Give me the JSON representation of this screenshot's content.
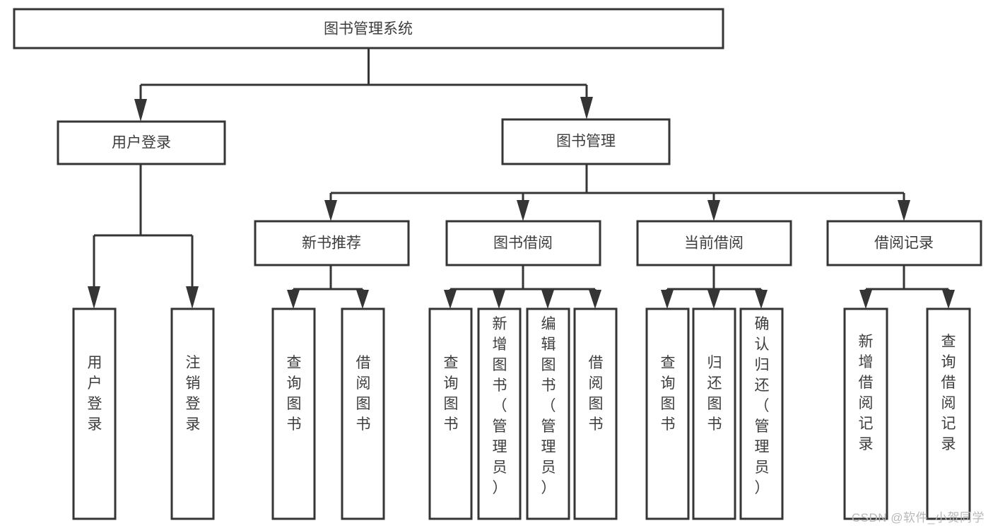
{
  "diagram": {
    "type": "tree",
    "title": "图书管理系统",
    "orientation": "top-down",
    "background_color": "#ffffff",
    "node_fill": "#ffffff",
    "node_stroke": "#353535",
    "text_color": "#3d3d3d",
    "watermark": "CSDN @软件_小贺同学",
    "levels": [
      {
        "level": 1,
        "nodes": [
          {
            "id": "root",
            "label": "图书管理系统",
            "text_orientation": "horizontal"
          }
        ]
      },
      {
        "level": 2,
        "nodes": [
          {
            "id": "login",
            "label": "用户登录",
            "parent": "root",
            "text_orientation": "horizontal"
          },
          {
            "id": "bookmgmt",
            "label": "图书管理",
            "parent": "root",
            "text_orientation": "horizontal"
          }
        ]
      },
      {
        "level": 3,
        "nodes": [
          {
            "id": "newbook",
            "label": "新书推荐",
            "parent": "bookmgmt",
            "text_orientation": "horizontal"
          },
          {
            "id": "borrow",
            "label": "图书借阅",
            "parent": "bookmgmt",
            "text_orientation": "horizontal"
          },
          {
            "id": "current",
            "label": "当前借阅",
            "parent": "bookmgmt",
            "text_orientation": "horizontal"
          },
          {
            "id": "records",
            "label": "借阅记录",
            "parent": "bookmgmt",
            "text_orientation": "horizontal"
          }
        ]
      },
      {
        "level": 4,
        "nodes": [
          {
            "id": "leaf-user-login",
            "label": "用户登录",
            "parent": "login",
            "text_orientation": "vertical"
          },
          {
            "id": "leaf-user-logout",
            "label": "注销登录",
            "parent": "login",
            "text_orientation": "vertical"
          },
          {
            "id": "leaf-newbook-query",
            "label": "查询图书",
            "parent": "newbook",
            "text_orientation": "vertical"
          },
          {
            "id": "leaf-newbook-borrow",
            "label": "借阅图书",
            "parent": "newbook",
            "text_orientation": "vertical"
          },
          {
            "id": "leaf-borrow-query",
            "label": "查询图书",
            "parent": "borrow",
            "text_orientation": "vertical"
          },
          {
            "id": "leaf-borrow-add",
            "label": "新增图书（管理员）",
            "parent": "borrow",
            "text_orientation": "vertical"
          },
          {
            "id": "leaf-borrow-edit",
            "label": "编辑图书（管理员）",
            "parent": "borrow",
            "text_orientation": "vertical"
          },
          {
            "id": "leaf-borrow-lend",
            "label": "借阅图书",
            "parent": "borrow",
            "text_orientation": "vertical"
          },
          {
            "id": "leaf-current-query",
            "label": "查询图书",
            "parent": "current",
            "text_orientation": "vertical"
          },
          {
            "id": "leaf-current-return",
            "label": "归还图书",
            "parent": "current",
            "text_orientation": "vertical"
          },
          {
            "id": "leaf-current-confirm",
            "label": "确认归还（管理员）",
            "parent": "current",
            "text_orientation": "vertical"
          },
          {
            "id": "leaf-records-add",
            "label": "新增借阅记录",
            "parent": "records",
            "text_orientation": "vertical"
          },
          {
            "id": "leaf-records-query",
            "label": "查询借阅记录",
            "parent": "records",
            "text_orientation": "vertical"
          }
        ]
      }
    ]
  },
  "nodes": {
    "root": {
      "label": "图书管理系统"
    },
    "login": {
      "label": "用户登录"
    },
    "bookmgmt": {
      "label": "图书管理"
    },
    "newbook": {
      "label": "新书推荐"
    },
    "borrow": {
      "label": "图书借阅"
    },
    "current": {
      "label": "当前借阅"
    },
    "records": {
      "label": "借阅记录"
    },
    "leaf_user_login": {
      "label": "用户登录",
      "chars": [
        "用",
        "户",
        "登",
        "录"
      ]
    },
    "leaf_user_logout": {
      "label": "注销登录",
      "chars": [
        "注",
        "销",
        "登",
        "录"
      ]
    },
    "leaf_newbook_query": {
      "label": "查询图书",
      "chars": [
        "查",
        "询",
        "图",
        "书"
      ]
    },
    "leaf_newbook_borrow": {
      "label": "借阅图书",
      "chars": [
        "借",
        "阅",
        "图",
        "书"
      ]
    },
    "leaf_borrow_query": {
      "label": "查询图书",
      "chars": [
        "查",
        "询",
        "图",
        "书"
      ]
    },
    "leaf_borrow_add": {
      "label": "新增图书（管理员）",
      "chars": [
        "新",
        "增",
        "图",
        "书",
        "（",
        "管",
        "理",
        "员",
        "）"
      ]
    },
    "leaf_borrow_edit": {
      "label": "编辑图书（管理员）",
      "chars": [
        "编",
        "辑",
        "图",
        "书",
        "（",
        "管",
        "理",
        "员",
        "）"
      ]
    },
    "leaf_borrow_lend": {
      "label": "借阅图书",
      "chars": [
        "借",
        "阅",
        "图",
        "书"
      ]
    },
    "leaf_current_query": {
      "label": "查询图书",
      "chars": [
        "查",
        "询",
        "图",
        "书"
      ]
    },
    "leaf_current_return": {
      "label": "归还图书",
      "chars": [
        "归",
        "还",
        "图",
        "书"
      ]
    },
    "leaf_current_confirm": {
      "label": "确认归还（管理员）",
      "chars": [
        "确",
        "认",
        "归",
        "还",
        "（",
        "管",
        "理",
        "员",
        "）"
      ]
    },
    "leaf_records_add": {
      "label": "新增借阅记录",
      "chars": [
        "新",
        "增",
        "借",
        "阅",
        "记",
        "录"
      ]
    },
    "leaf_records_query": {
      "label": "查询借阅记录",
      "chars": [
        "查",
        "询",
        "借",
        "阅",
        "记",
        "录"
      ]
    }
  },
  "footer": {
    "watermark": "CSDN @软件_小贺同学"
  }
}
